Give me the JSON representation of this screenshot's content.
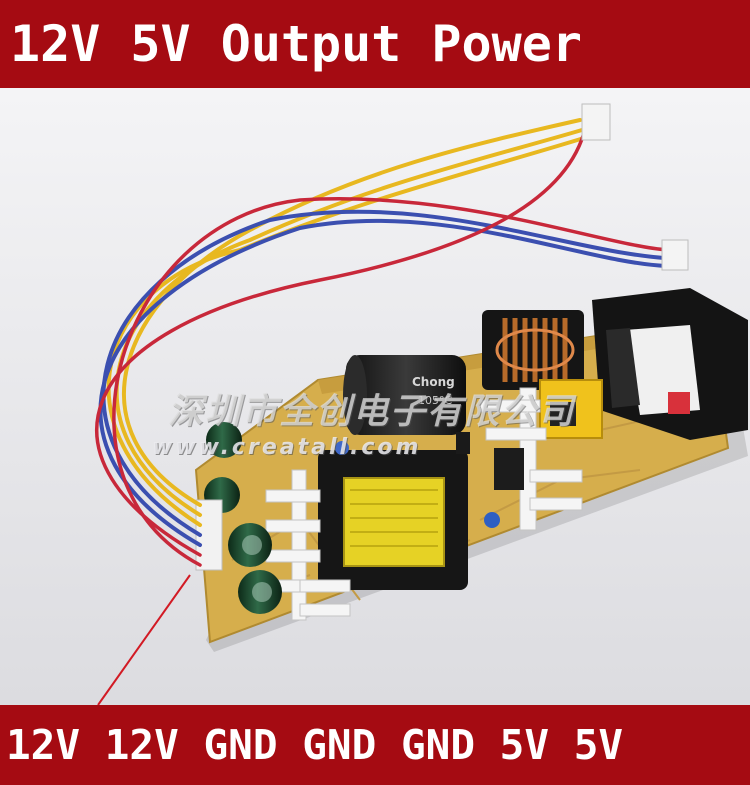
{
  "banner_top": {
    "text": "12V  5V  Output  Power"
  },
  "banner_bottom": {
    "text": "12V  12V  GND  GND  GND  5V  5V"
  },
  "watermark": {
    "company": "深圳市全创电子有限公司",
    "url": "www.creatall.com"
  },
  "components": {
    "capacitor_label": "Chong",
    "capacitor_rating": "105°C"
  },
  "colors": {
    "banner": "#a50b12",
    "pcb": "#d8b250",
    "wire_yellow": "#e8b820",
    "wire_red": "#c8283a",
    "wire_blue": "#3b4fb0"
  }
}
